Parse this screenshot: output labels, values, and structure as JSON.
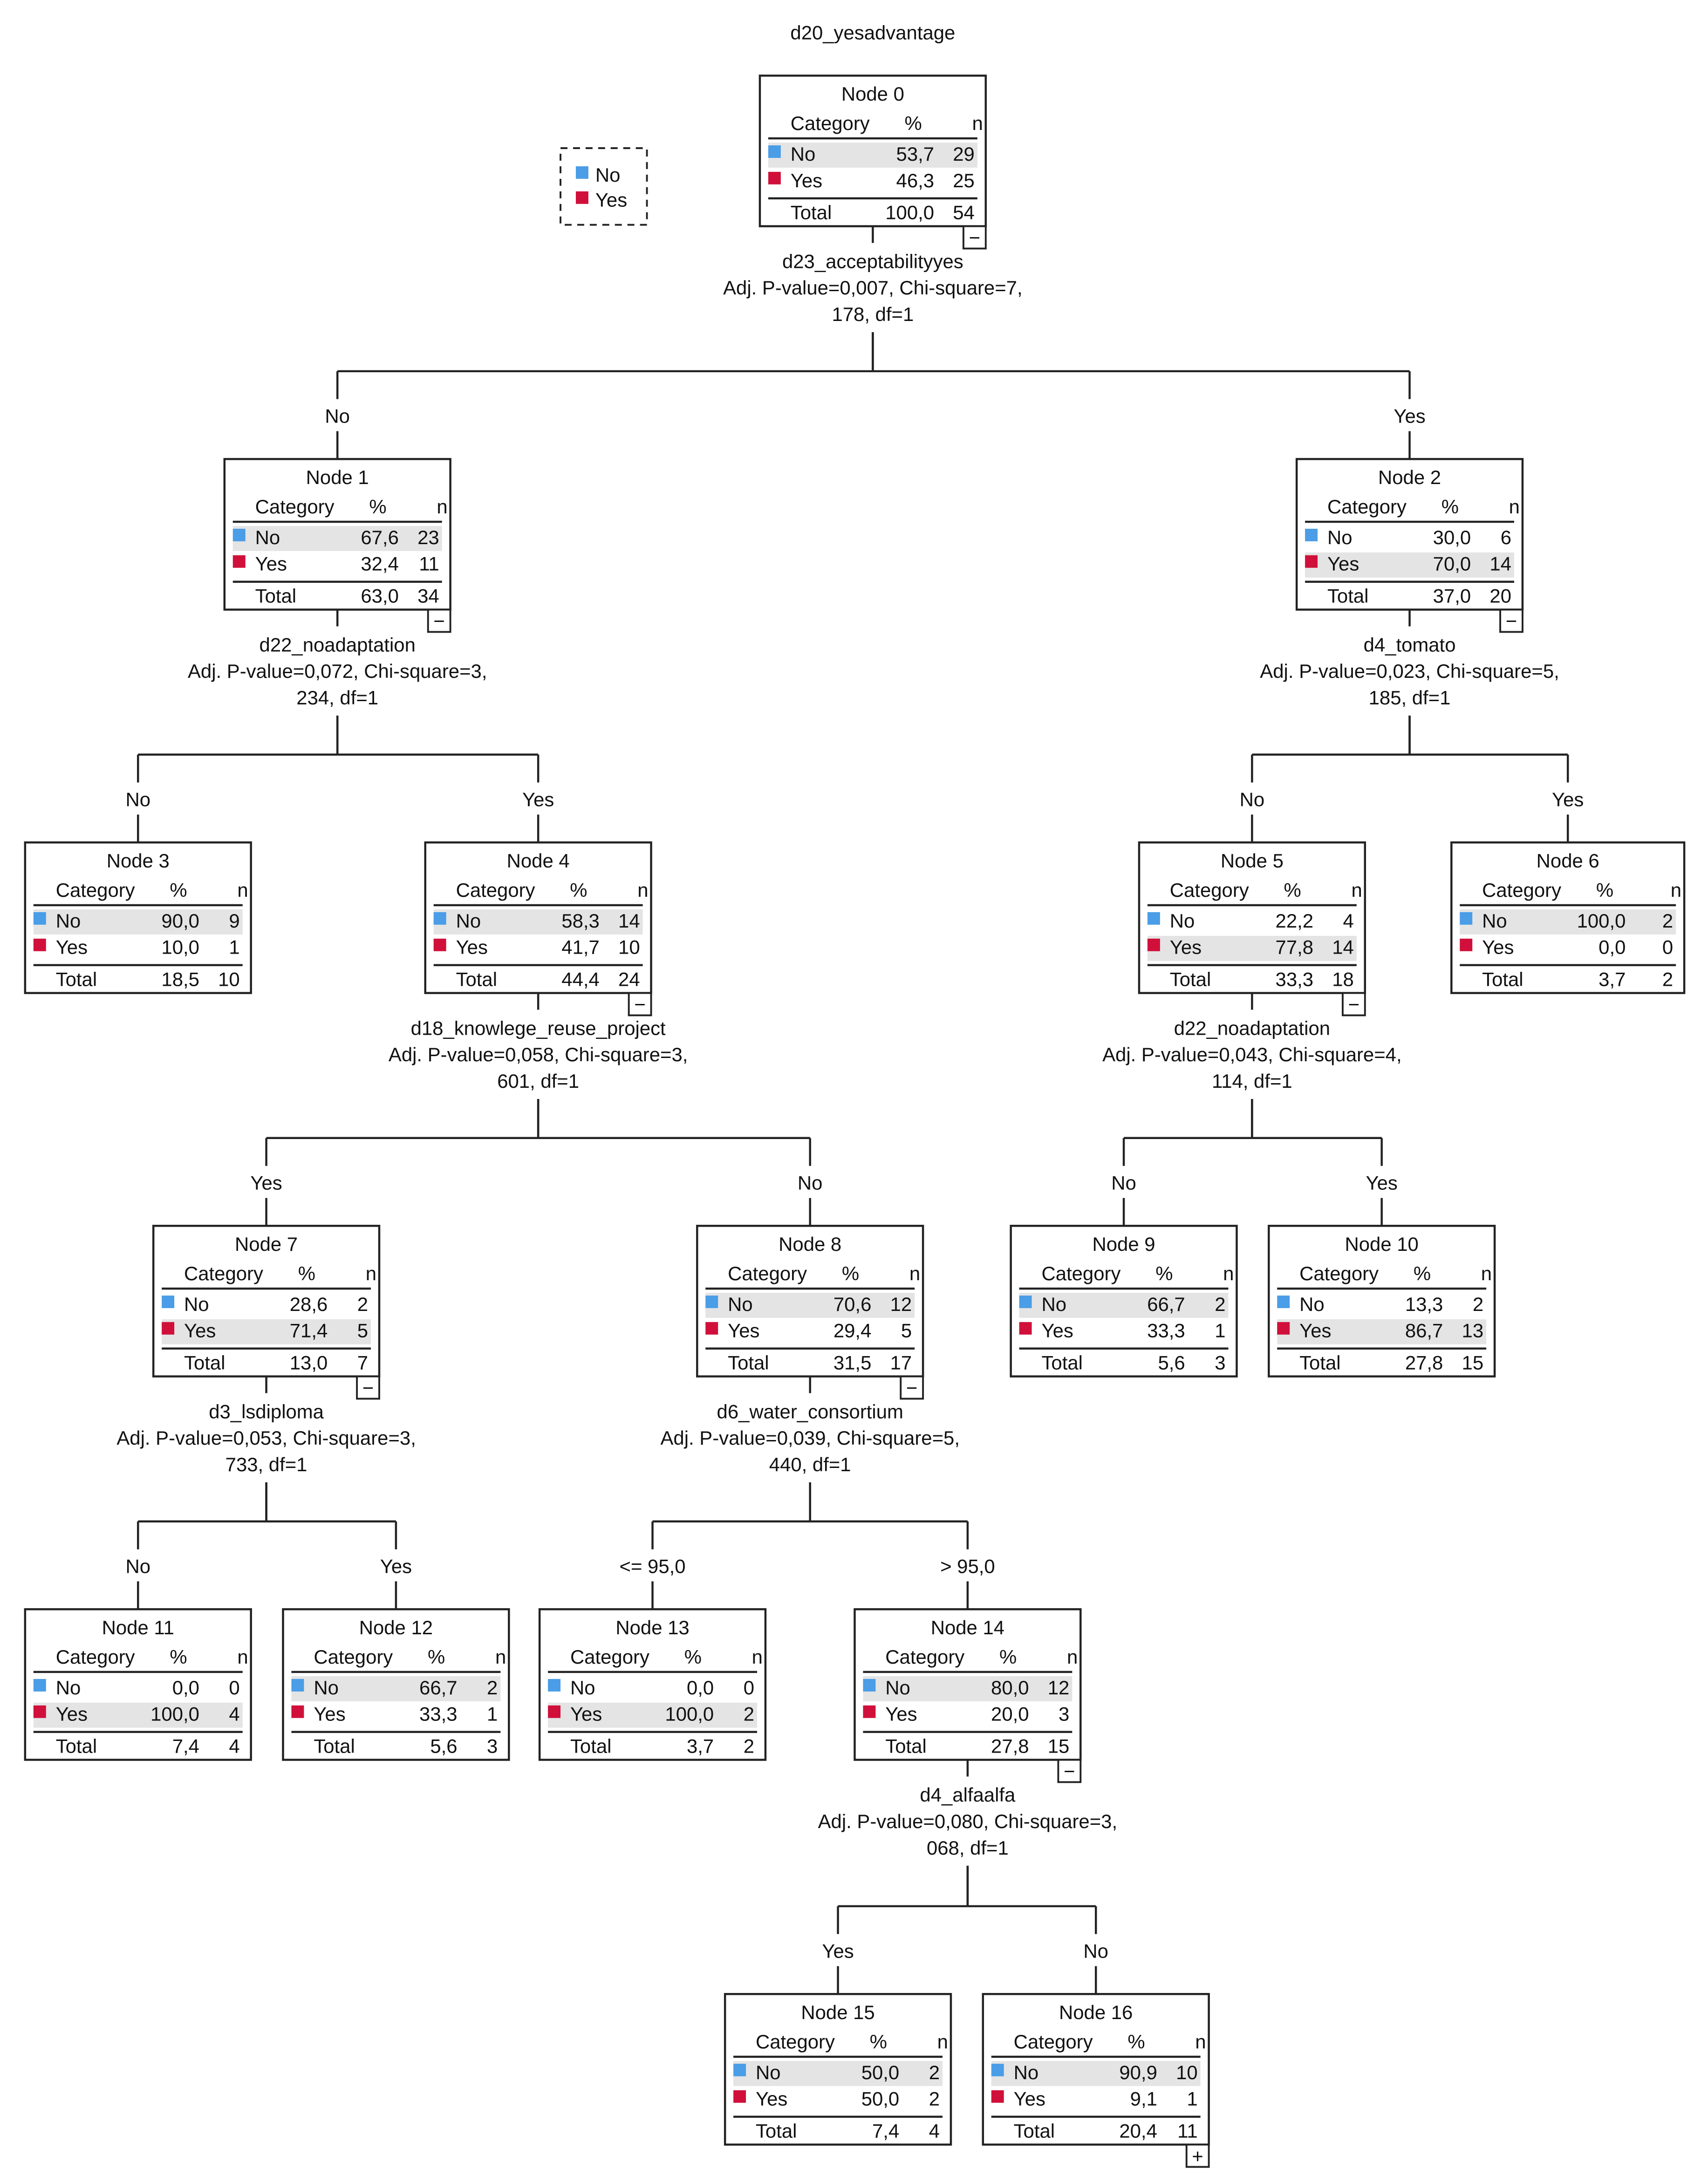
{
  "title": "d20_yesadvantage",
  "legend": [
    {
      "label": "No",
      "color": "#4a9de6"
    },
    {
      "label": "Yes",
      "color": "#d0103a"
    }
  ],
  "colors": {
    "highlight": "#e4e4e4",
    "line": "#222222"
  },
  "table_headers": {
    "category": "Category",
    "percent": "%",
    "n": "n",
    "total": "Total"
  },
  "nodes": [
    {
      "id": 0,
      "label": "Node 0",
      "parent": null,
      "branch": null,
      "rows": [
        [
          "No",
          "53,7",
          "29"
        ],
        [
          "Yes",
          "46,3",
          "25"
        ]
      ],
      "total": [
        "100,0",
        "54"
      ],
      "toggle": "−",
      "split": [
        "d23_acceptabilityyes",
        "Adj. P-value=0,007, Chi-square=7,",
        "178, df=1"
      ]
    },
    {
      "id": 1,
      "label": "Node 1",
      "parent": 0,
      "branch": "No",
      "rows": [
        [
          "No",
          "67,6",
          "23"
        ],
        [
          "Yes",
          "32,4",
          "11"
        ]
      ],
      "total": [
        "63,0",
        "34"
      ],
      "toggle": "−",
      "split": [
        "d22_noadaptation",
        "Adj. P-value=0,072, Chi-square=3,",
        "234, df=1"
      ]
    },
    {
      "id": 2,
      "label": "Node 2",
      "parent": 0,
      "branch": "Yes",
      "rows": [
        [
          "No",
          "30,0",
          "6"
        ],
        [
          "Yes",
          "70,0",
          "14"
        ]
      ],
      "total": [
        "37,0",
        "20"
      ],
      "toggle": "−",
      "split": [
        "d4_tomato",
        "Adj. P-value=0,023, Chi-square=5,",
        "185, df=1"
      ]
    },
    {
      "id": 3,
      "label": "Node 3",
      "parent": 1,
      "branch": "No",
      "rows": [
        [
          "No",
          "90,0",
          "9"
        ],
        [
          "Yes",
          "10,0",
          "1"
        ]
      ],
      "total": [
        "18,5",
        "10"
      ],
      "toggle": null,
      "split": null
    },
    {
      "id": 4,
      "label": "Node 4",
      "parent": 1,
      "branch": "Yes",
      "rows": [
        [
          "No",
          "58,3",
          "14"
        ],
        [
          "Yes",
          "41,7",
          "10"
        ]
      ],
      "total": [
        "44,4",
        "24"
      ],
      "toggle": "−",
      "split": [
        "d18_knowlege_reuse_project",
        "Adj. P-value=0,058, Chi-square=3,",
        "601, df=1"
      ]
    },
    {
      "id": 5,
      "label": "Node 5",
      "parent": 2,
      "branch": "No",
      "rows": [
        [
          "No",
          "22,2",
          "4"
        ],
        [
          "Yes",
          "77,8",
          "14"
        ]
      ],
      "total": [
        "33,3",
        "18"
      ],
      "toggle": "−",
      "split": [
        "d22_noadaptation",
        "Adj. P-value=0,043, Chi-square=4,",
        "114, df=1"
      ]
    },
    {
      "id": 6,
      "label": "Node 6",
      "parent": 2,
      "branch": "Yes",
      "rows": [
        [
          "No",
          "100,0",
          "2"
        ],
        [
          "Yes",
          "0,0",
          "0"
        ]
      ],
      "total": [
        "3,7",
        "2"
      ],
      "toggle": null,
      "split": null
    },
    {
      "id": 7,
      "label": "Node 7",
      "parent": 4,
      "branch": "Yes",
      "rows": [
        [
          "No",
          "28,6",
          "2"
        ],
        [
          "Yes",
          "71,4",
          "5"
        ]
      ],
      "total": [
        "13,0",
        "7"
      ],
      "toggle": "−",
      "split": [
        "d3_lsdiploma",
        "Adj. P-value=0,053, Chi-square=3,",
        "733, df=1"
      ]
    },
    {
      "id": 8,
      "label": "Node 8",
      "parent": 4,
      "branch": "No",
      "rows": [
        [
          "No",
          "70,6",
          "12"
        ],
        [
          "Yes",
          "29,4",
          "5"
        ]
      ],
      "total": [
        "31,5",
        "17"
      ],
      "toggle": "−",
      "split": [
        "d6_water_consortium",
        "Adj. P-value=0,039, Chi-square=5,",
        "440, df=1"
      ]
    },
    {
      "id": 9,
      "label": "Node 9",
      "parent": 5,
      "branch": "No",
      "rows": [
        [
          "No",
          "66,7",
          "2"
        ],
        [
          "Yes",
          "33,3",
          "1"
        ]
      ],
      "total": [
        "5,6",
        "3"
      ],
      "toggle": null,
      "split": null
    },
    {
      "id": 10,
      "label": "Node 10",
      "parent": 5,
      "branch": "Yes",
      "rows": [
        [
          "No",
          "13,3",
          "2"
        ],
        [
          "Yes",
          "86,7",
          "13"
        ]
      ],
      "total": [
        "27,8",
        "15"
      ],
      "toggle": null,
      "split": null
    },
    {
      "id": 11,
      "label": "Node 11",
      "parent": 7,
      "branch": "No",
      "rows": [
        [
          "No",
          "0,0",
          "0"
        ],
        [
          "Yes",
          "100,0",
          "4"
        ]
      ],
      "total": [
        "7,4",
        "4"
      ],
      "toggle": null,
      "split": null
    },
    {
      "id": 12,
      "label": "Node 12",
      "parent": 7,
      "branch": "Yes",
      "rows": [
        [
          "No",
          "66,7",
          "2"
        ],
        [
          "Yes",
          "33,3",
          "1"
        ]
      ],
      "total": [
        "5,6",
        "3"
      ],
      "toggle": null,
      "split": null
    },
    {
      "id": 13,
      "label": "Node 13",
      "parent": 8,
      "branch": "<= 95,0",
      "rows": [
        [
          "No",
          "0,0",
          "0"
        ],
        [
          "Yes",
          "100,0",
          "2"
        ]
      ],
      "total": [
        "3,7",
        "2"
      ],
      "toggle": null,
      "split": null
    },
    {
      "id": 14,
      "label": "Node 14",
      "parent": 8,
      "branch": "> 95,0",
      "rows": [
        [
          "No",
          "80,0",
          "12"
        ],
        [
          "Yes",
          "20,0",
          "3"
        ]
      ],
      "total": [
        "27,8",
        "15"
      ],
      "toggle": "−",
      "split": [
        "d4_alfaalfa",
        "Adj. P-value=0,080, Chi-square=3,",
        "068, df=1"
      ]
    },
    {
      "id": 15,
      "label": "Node 15",
      "parent": 14,
      "branch": "Yes",
      "rows": [
        [
          "No",
          "50,0",
          "2"
        ],
        [
          "Yes",
          "50,0",
          "2"
        ]
      ],
      "total": [
        "7,4",
        "4"
      ],
      "toggle": null,
      "split": null
    },
    {
      "id": 16,
      "label": "Node 16",
      "parent": 14,
      "branch": "No",
      "rows": [
        [
          "No",
          "90,9",
          "10"
        ],
        [
          "Yes",
          "9,1",
          "1"
        ]
      ],
      "total": [
        "20,4",
        "11"
      ],
      "toggle": "+",
      "split": null
    }
  ]
}
